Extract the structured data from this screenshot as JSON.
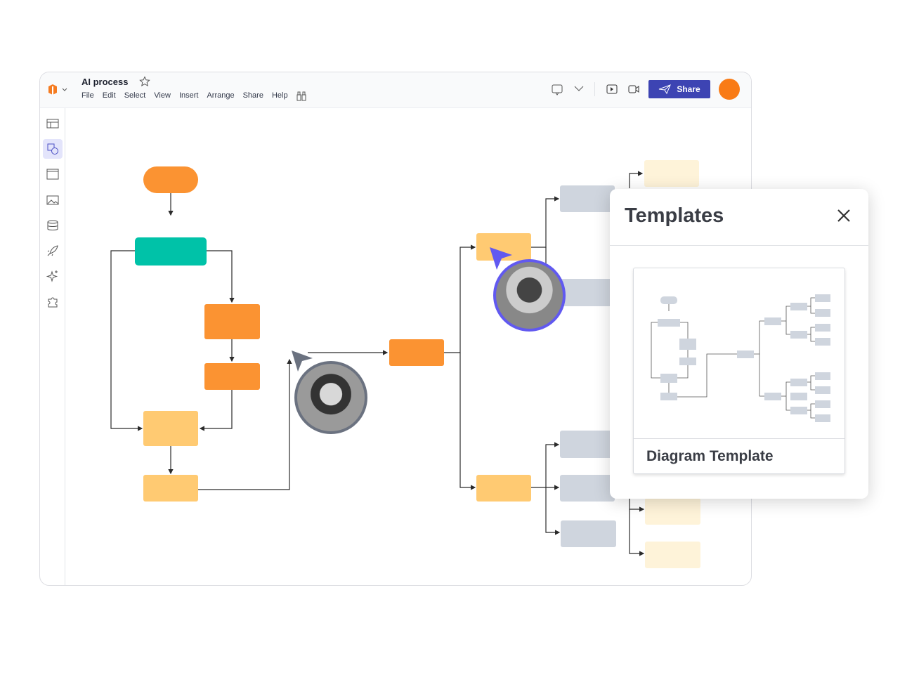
{
  "document": {
    "title": "AI process"
  },
  "menu": [
    "File",
    "Edit",
    "Select",
    "View",
    "Insert",
    "Arrange",
    "Share",
    "Help"
  ],
  "toolbar": {
    "share_label": "Share"
  },
  "templates_panel": {
    "title": "Templates",
    "card_label": "Diagram Template"
  },
  "colors": {
    "accent": "#3d44b3",
    "orange": "#fb9332",
    "teal": "#00c2a8",
    "light_orange": "#ffca72",
    "gray": "#cfd5de",
    "pale": "#fef3d9",
    "collaborator_cursor": "#6159f0"
  }
}
